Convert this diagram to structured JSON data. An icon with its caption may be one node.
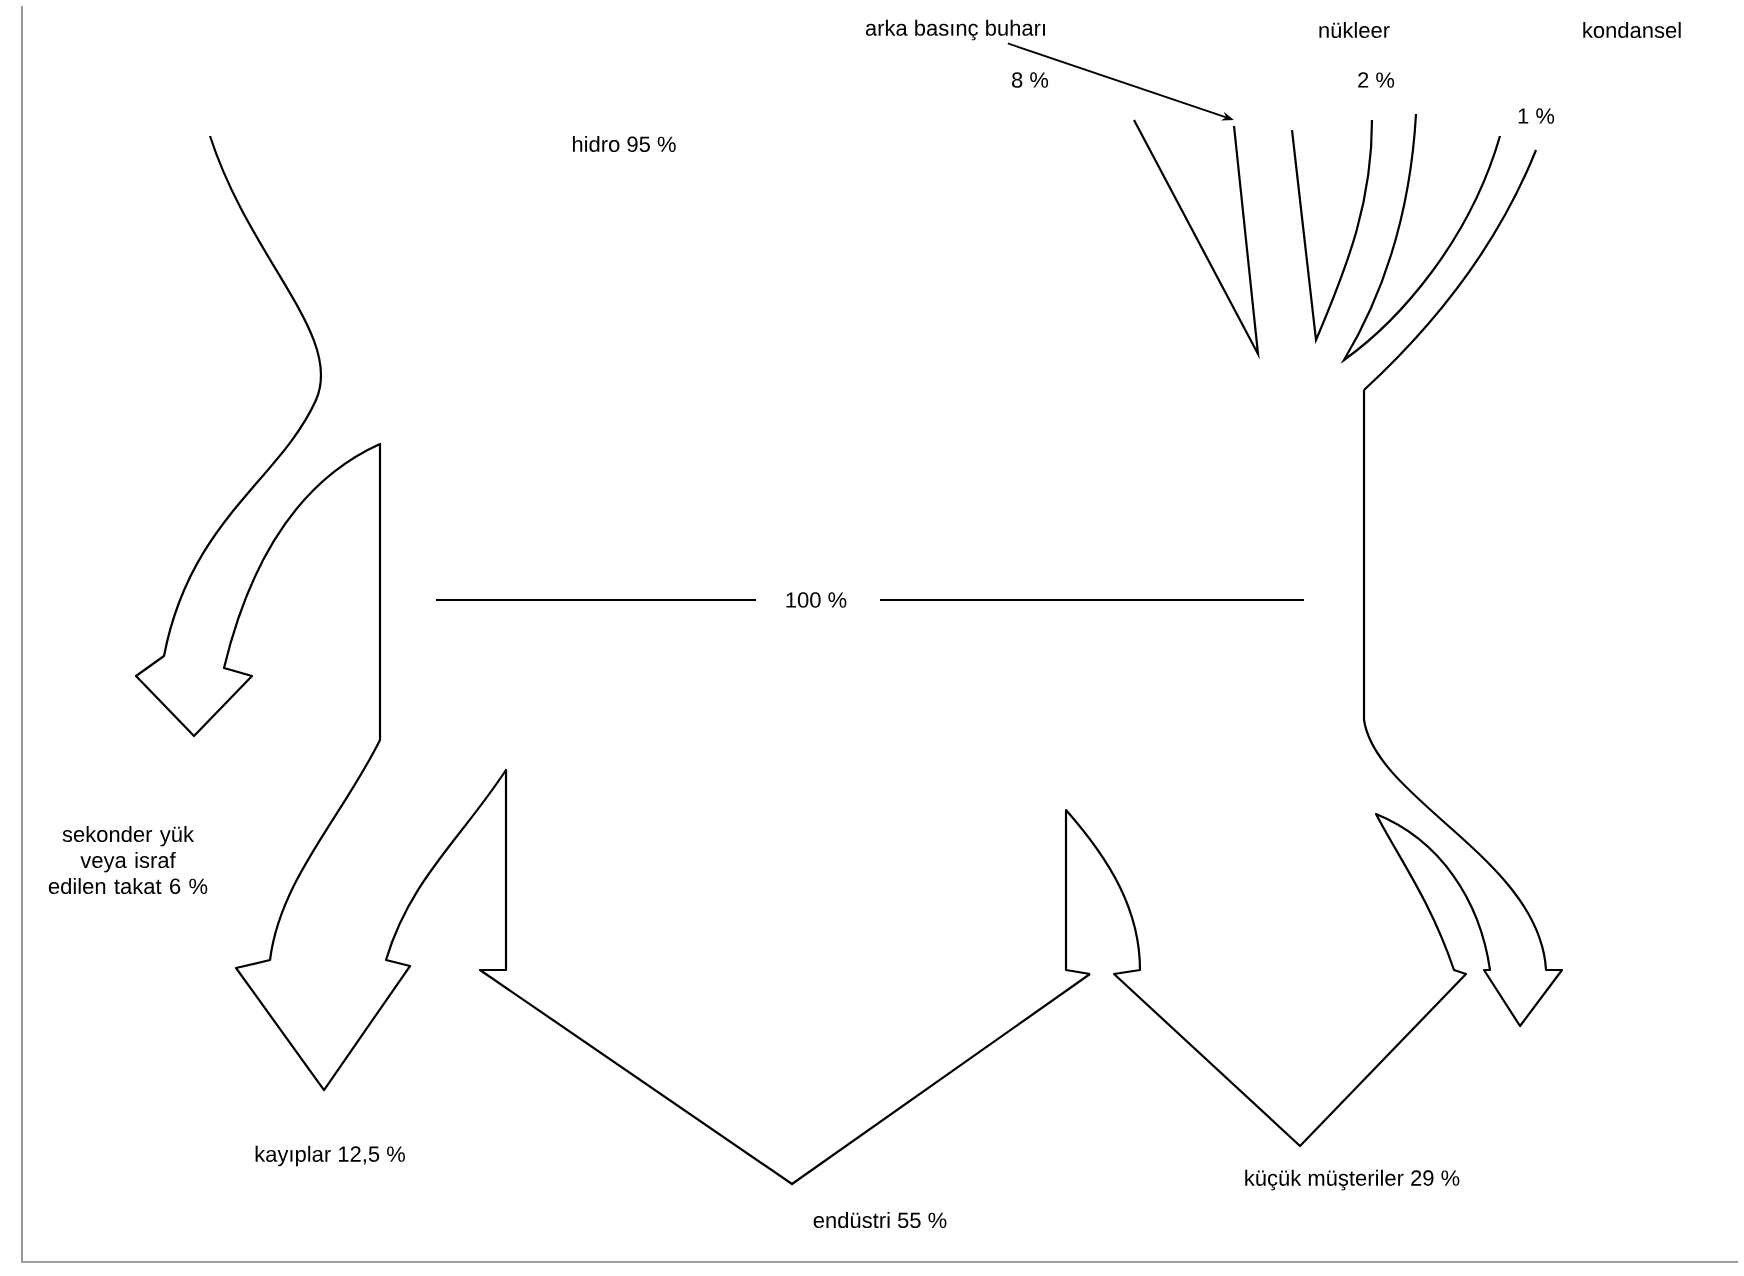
{
  "diagram": {
    "nodes": [
      {
        "text": [
          "arka basınç buharı"
        ]
      },
      {
        "text": [],
        "shape": "band"
      }
    ],
    "edges": [
      {
        "from": 0,
        "to": 1,
        "arrow": "to"
      }
    ],
    "labels": [
      "nükleer",
      "kondansel",
      "8 %",
      "2 %",
      "1 %",
      "hidro 95 %",
      "100 %",
      "sekonder yük veya israf edilen takat 6 %",
      "kayıplar 12,5 %",
      "küçük müşteriler 29 %",
      "endüstri 55 %"
    ]
  }
}
